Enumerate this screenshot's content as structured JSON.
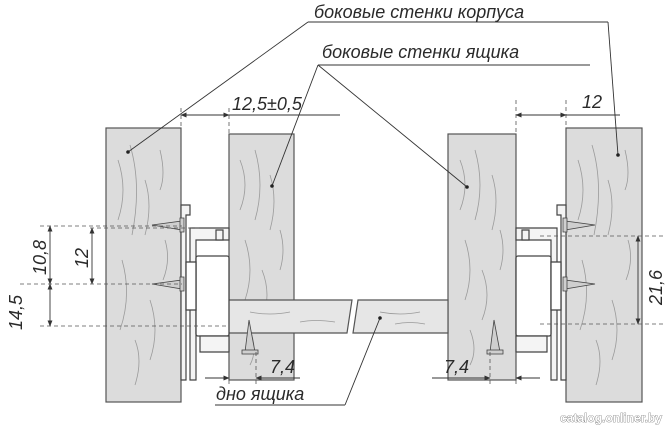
{
  "labels": {
    "cabinet_sides": "боковые стенки корпуса",
    "drawer_sides": "боковые стенки ящика",
    "drawer_bottom": "дно ящика"
  },
  "dimensions": {
    "gap_left": "12,5±0,5",
    "gap_right": "12",
    "left_upper": "10,8",
    "left_inner": "12",
    "left_outer": "14,5",
    "right_height": "21,6",
    "bottom_left": "7,4",
    "bottom_right": "7,4"
  },
  "watermark": "catalog.onliner.by"
}
